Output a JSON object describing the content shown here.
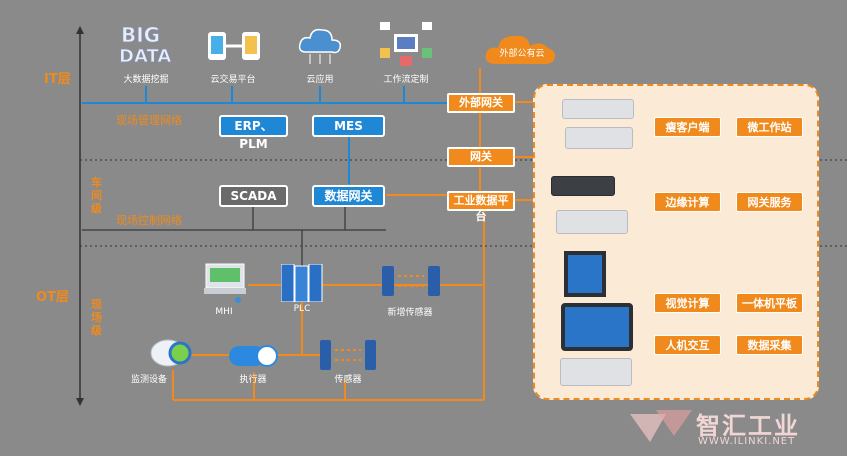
{
  "layers": {
    "it": "IT层",
    "workshop": "车间级",
    "ot": "OT层",
    "field": "现场级"
  },
  "networks": {
    "management": "现场管理网络",
    "control": "现场控制网络"
  },
  "cloud_icons": [
    {
      "name": "big-data-icon",
      "label": "大数据挖掘"
    },
    {
      "name": "cloud-trade-icon",
      "label": "云交易平台"
    },
    {
      "name": "cloud-app-icon",
      "label": "云应用"
    },
    {
      "name": "workflow-icon",
      "label": "工作流定制"
    }
  ],
  "public_cloud": "外部公有云",
  "systems": {
    "erp": "ERP、PLM",
    "mes": "MES",
    "scada": "SCADA",
    "data_gateway": "数据网关"
  },
  "gateways": {
    "external": "外部网关",
    "gateway": "网关",
    "platform": "工业数据平台"
  },
  "devices": {
    "mhi": "MHI",
    "plc": "PLC",
    "new_sensor": "新增传感器",
    "monitor": "监测设备",
    "actuator": "执行器",
    "sensor": "传感器"
  },
  "features": [
    "瘦客户端",
    "微工作站",
    "边缘计算",
    "网关服务",
    "视觉计算",
    "一体机平板",
    "人机交互",
    "数据采集"
  ],
  "watermark": {
    "brand": "智汇工业",
    "url": "WWW.ILINKI.NET"
  },
  "colors": {
    "background": "#8a8a8a",
    "accent": "#f08a1c",
    "blue": "#1e88d6"
  }
}
